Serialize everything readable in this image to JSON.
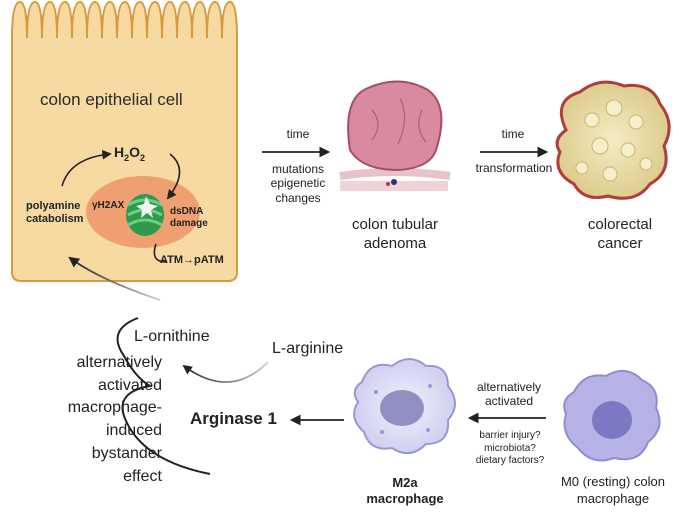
{
  "cell": {
    "title": "colon epithelial cell",
    "h2o2_main": "H",
    "h2o2_sub1": "2",
    "h2o2_mid": "O",
    "h2o2_sub2": "2",
    "polyamine_line1": "polyamine",
    "polyamine_line2": "catabolism",
    "gamma_h2ax": "γH2AX",
    "dsdna_line1": "dsDNA",
    "dsdna_line2": "damage",
    "atm": "ATM→pATM"
  },
  "progression": {
    "time_label_1": "time",
    "causes_line1": "mutations",
    "causes_line2": "epigenetic",
    "causes_line3": "changes",
    "adenoma_line1": "colon tubular",
    "adenoma_line2": "adenoma",
    "time_label_2": "time",
    "transformation": "transformation",
    "cancer_line1": "colorectal",
    "cancer_line2": "cancer"
  },
  "macrophage": {
    "l_ornithine": "L-ornithine",
    "l_arginine": "L-arginine",
    "arginase": "Arginase 1",
    "m2a_line1": "M2a",
    "m2a_line2": "macrophage",
    "activated_line1": "alternatively",
    "activated_line2": "activated",
    "factors_line1": "barrier injury?",
    "factors_line2": "microbiota?",
    "factors_line3": "dietary factors?",
    "m0_line1": "M0 (resting) colon",
    "m0_line2": "macrophage"
  },
  "bystander": {
    "line1": "alternatively",
    "line2": "activated",
    "line3": "macrophage-",
    "line4": "induced",
    "line5": "bystander",
    "line6": "effect"
  },
  "colors": {
    "cell_fill": "#f7d9a2",
    "cell_stroke": "#d99a3d",
    "nucleus": "#f0a070",
    "dna": "#39a857",
    "adenoma": "#d98a9e",
    "cancer": "#efe2a6",
    "m2a": "#d8d8f3",
    "m0": "#b5b3e6",
    "arrow": "#222222"
  }
}
